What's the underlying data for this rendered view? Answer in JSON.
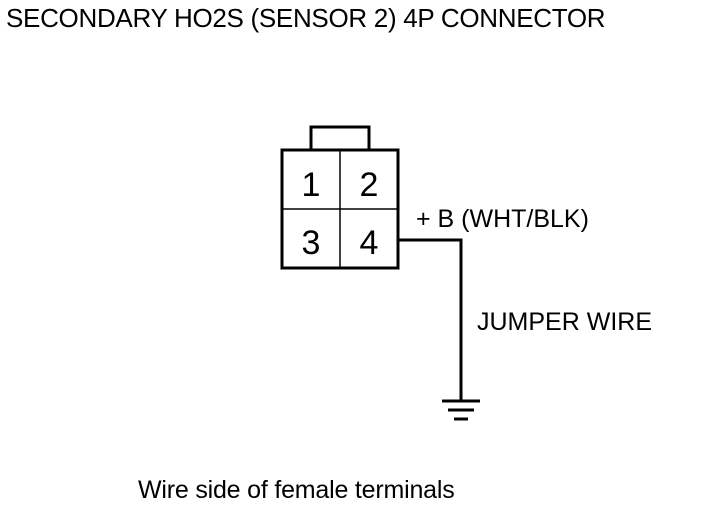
{
  "diagram": {
    "title": "SECONDARY HO2S (SENSOR 2) 4P CONNECTOR",
    "caption": "Wire side of female terminals",
    "connector": {
      "terminals": [
        "1",
        "2",
        "3",
        "4"
      ]
    },
    "labels": {
      "power_wire": "+ B (WHT/BLK)",
      "jumper_wire": "JUMPER WIRE"
    }
  }
}
